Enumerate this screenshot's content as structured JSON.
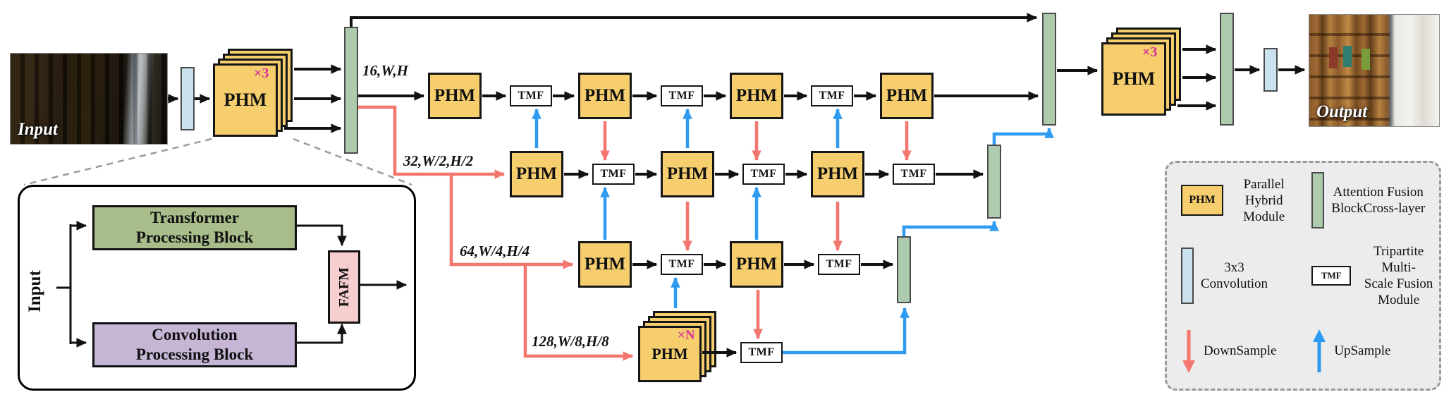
{
  "colors": {
    "phm_fill": "#F6CE6D",
    "afb_fill": "#AECBAE",
    "conv_fill": "#C9E2EE",
    "tmf_fill": "#FFFFFF",
    "transformer_fill": "#A8BD8A",
    "convblock_fill": "#C6B6D6",
    "fafm_fill": "#F6CECE",
    "down_arrow": "#F4776F",
    "up_arrow": "#2E9BF0",
    "multiplier": "#D6309A",
    "legend_bg": "#ECECEC",
    "line": "#111111"
  },
  "photos": {
    "input_label": "Input",
    "output_label": "Output"
  },
  "modules": {
    "phm": "PHM",
    "tmf": "TMF"
  },
  "multipliers": {
    "encoder": "×3",
    "bottleneck": "×N",
    "decoder": "×3"
  },
  "scale_labels": {
    "s1": "16,W,H",
    "s2": "32,W/2,H/2",
    "s3": "64,W/4,H/4",
    "s4": "128,W/8,H/8"
  },
  "detail": {
    "input_label": "Input",
    "transformer_block": "Transformer\nProcessing Block",
    "convolution_block": "Convolution\nProcessing Block",
    "fafm": "FAFM"
  },
  "legend": {
    "phm_label": "Parallel Hybrid\nModule",
    "afb_label": "Attention Fusion\nBlockCross-layer",
    "conv_label": "3x3\nConvolution",
    "tmf_label": "Tripartite Multi-\nScale Fusion\nModule",
    "down_label": "DownSample",
    "up_label": "UpSample"
  }
}
